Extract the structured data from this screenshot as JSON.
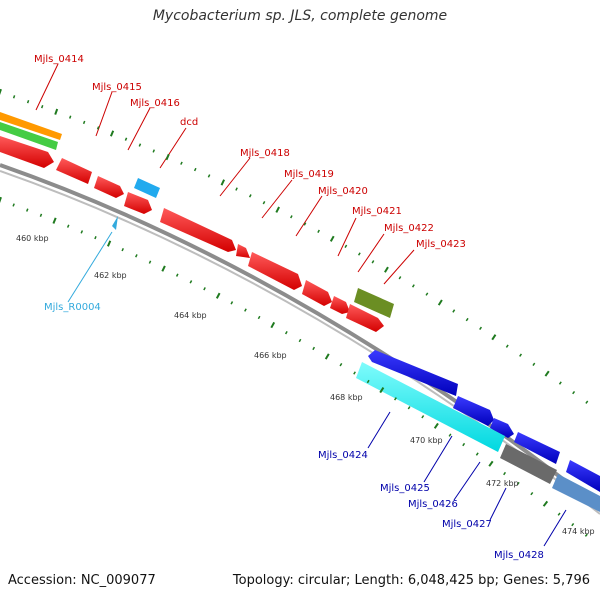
{
  "title": "Mycobacterium sp. JLS, complete genome",
  "accession": "Accession: NC_009077",
  "topology": "Topology: circular; Length: 6,048,425 bp; Genes: 5,796",
  "colors": {
    "backbone": "#8c8c8c",
    "gene_label_red": "#cc0000",
    "gene_label_blue": "#0000aa",
    "rna_label": "#33aadd",
    "tick": "#1f7a1f"
  },
  "kbp_labels": [
    "460 kbp",
    "462 kbp",
    "464 kbp",
    "466 kbp",
    "468 kbp",
    "470 kbp",
    "472 kbp",
    "474 kbp"
  ],
  "gene_labels_red": [
    "Mjls_0414",
    "Mjls_0415",
    "Mjls_0416",
    "dcd",
    "Mjls_0418",
    "Mjls_0419",
    "Mjls_0420",
    "Mjls_0421",
    "Mjls_0422",
    "Mjls_0423"
  ],
  "gene_labels_blue": [
    "Mjls_0424",
    "Mjls_0425",
    "Mjls_0426",
    "Mjls_0427",
    "Mjls_0428"
  ],
  "rna_labels": [
    "Mjls_R0004"
  ]
}
